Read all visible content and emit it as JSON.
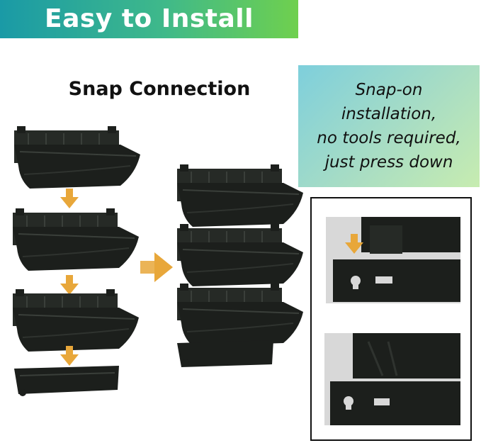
{
  "banner": {
    "title": "Easy to Install"
  },
  "section": {
    "title": "Snap Connection"
  },
  "note": {
    "lines": [
      "Snap-on",
      "installation,",
      "no tools required,",
      "just press down"
    ]
  },
  "colors": {
    "banner_start": "#1a9aa6",
    "banner_end": "#6fd04e",
    "arrow": "#e8a73a",
    "planter": "#1c1f1c"
  },
  "icons": [
    "down-arrow-icon",
    "right-arrow-icon"
  ]
}
